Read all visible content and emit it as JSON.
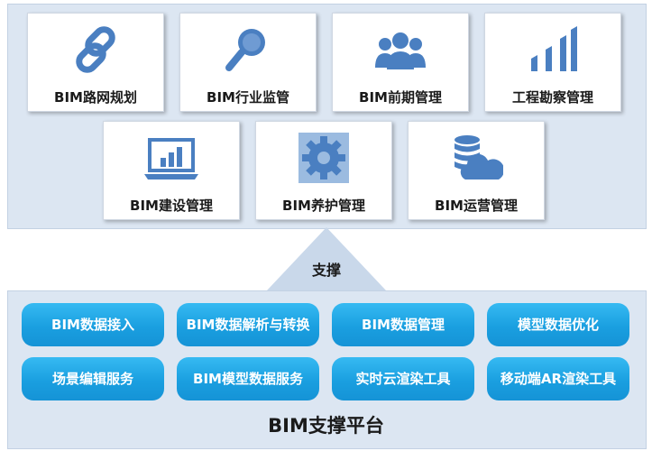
{
  "applications": [
    {
      "label": "BIM路网规划",
      "icon": "link-chain-icon"
    },
    {
      "label": "BIM行业监管",
      "icon": "magnifier-icon"
    },
    {
      "label": "BIM前期管理",
      "icon": "people-group-icon"
    },
    {
      "label": "工程勘察管理",
      "icon": "signal-bars-icon"
    },
    {
      "label": "BIM建设管理",
      "icon": "laptop-chart-icon"
    },
    {
      "label": "BIM养护管理",
      "icon": "gear-icon"
    },
    {
      "label": "BIM运营管理",
      "icon": "cloud-database-icon"
    }
  ],
  "support_label": "支撑",
  "platform": {
    "title": "BIM支撑平台",
    "services": [
      "BIM数据接入",
      "BIM数据解析与转换",
      "BIM数据管理",
      "模型数据优化",
      "场景编辑服务",
      "BIM模型数据服务",
      "实时云渲染工具",
      "移动端AR渲染工具"
    ]
  },
  "colors": {
    "panel_bg": "#dce6f2",
    "icon_blue": "#4a7fc1",
    "pill_blue": "#1a9fe0",
    "connector": "#c9d8ea"
  }
}
